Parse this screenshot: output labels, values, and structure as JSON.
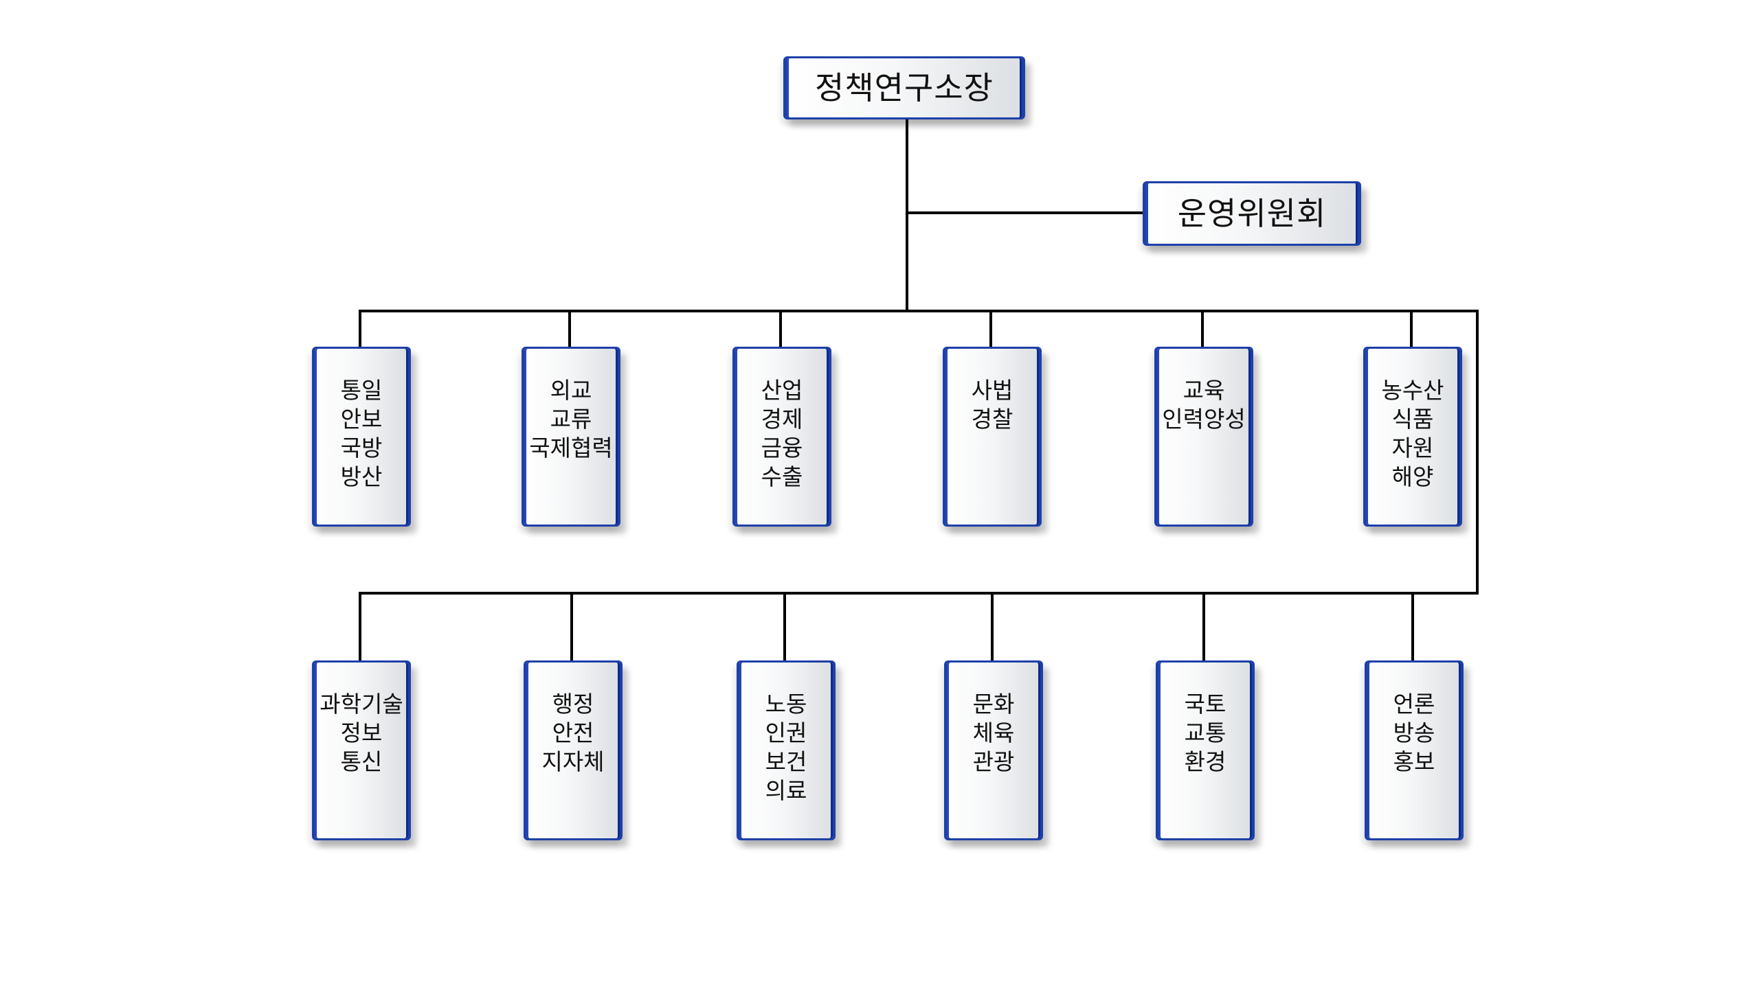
{
  "director": {
    "label": "정책연구소장"
  },
  "committee": {
    "label": "운영위원회"
  },
  "rows": [
    [
      {
        "lines": [
          "통일",
          "안보",
          "국방",
          "방산"
        ]
      },
      {
        "lines": [
          "외교",
          "교류",
          "국제협력"
        ]
      },
      {
        "lines": [
          "산업",
          "경제",
          "금융",
          "수출"
        ]
      },
      {
        "lines": [
          "사법",
          "경찰"
        ]
      },
      {
        "lines": [
          "교육",
          "인력양성"
        ]
      },
      {
        "lines": [
          "농수산",
          "식품",
          "자원",
          "해양"
        ]
      }
    ],
    [
      {
        "lines": [
          "과학기술",
          "정보",
          "통신"
        ]
      },
      {
        "lines": [
          "행정",
          "안전",
          "지자체"
        ]
      },
      {
        "lines": [
          "노동",
          "인권",
          "보건",
          "의료"
        ]
      },
      {
        "lines": [
          "문화",
          "체육",
          "관광"
        ]
      },
      {
        "lines": [
          "국토",
          "교통",
          "환경"
        ]
      },
      {
        "lines": [
          "언론",
          "방송",
          "홍보"
        ]
      }
    ]
  ],
  "colors": {
    "box_border": "#1d40a8",
    "connector": "#000000",
    "text": "#111111"
  }
}
